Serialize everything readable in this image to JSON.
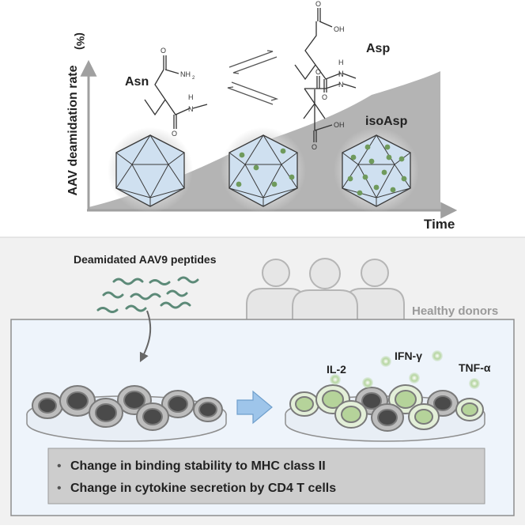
{
  "top_panel": {
    "y_axis_label": "AAV deamidation rate",
    "y_axis_unit": "(%)",
    "x_axis_label": "Time",
    "molecules": {
      "reactant": "Asn",
      "product_1": "Asp",
      "product_2": "isoAsp",
      "group_nh2": "NH",
      "group_nh2_sub": "2",
      "group_h": "H",
      "group_n": "N",
      "group_oh": "OH",
      "atom_o": "O"
    }
  },
  "bottom_panel": {
    "peptides_label": "Deamidated AAV9 peptides",
    "donors_label": "Healthy donors",
    "cytokines": [
      "IL-2",
      "IFN-γ",
      "TNF-α"
    ],
    "bullet_glyph": "•",
    "findings": [
      "Change in binding stability to MHC class II",
      "Change in cytokine secretion by CD4 T cells"
    ]
  },
  "colors": {
    "axis": "#a0a0a0",
    "area_fill": "#b4b4b4",
    "capsid_fill": "#cfe0f0",
    "capsid_stroke": "#3a3a3a",
    "deamidation_dot": "#6f9a5c",
    "bottom_bg": "#f1f1f1",
    "box_bg": "#eef4fb",
    "peptide": "#5c8a78",
    "arrow_blue": "#9ec5ea",
    "cell_dark": "#4a4a4a",
    "cell_green": "#b5d39a",
    "findings_bg": "#cdcdcd"
  }
}
